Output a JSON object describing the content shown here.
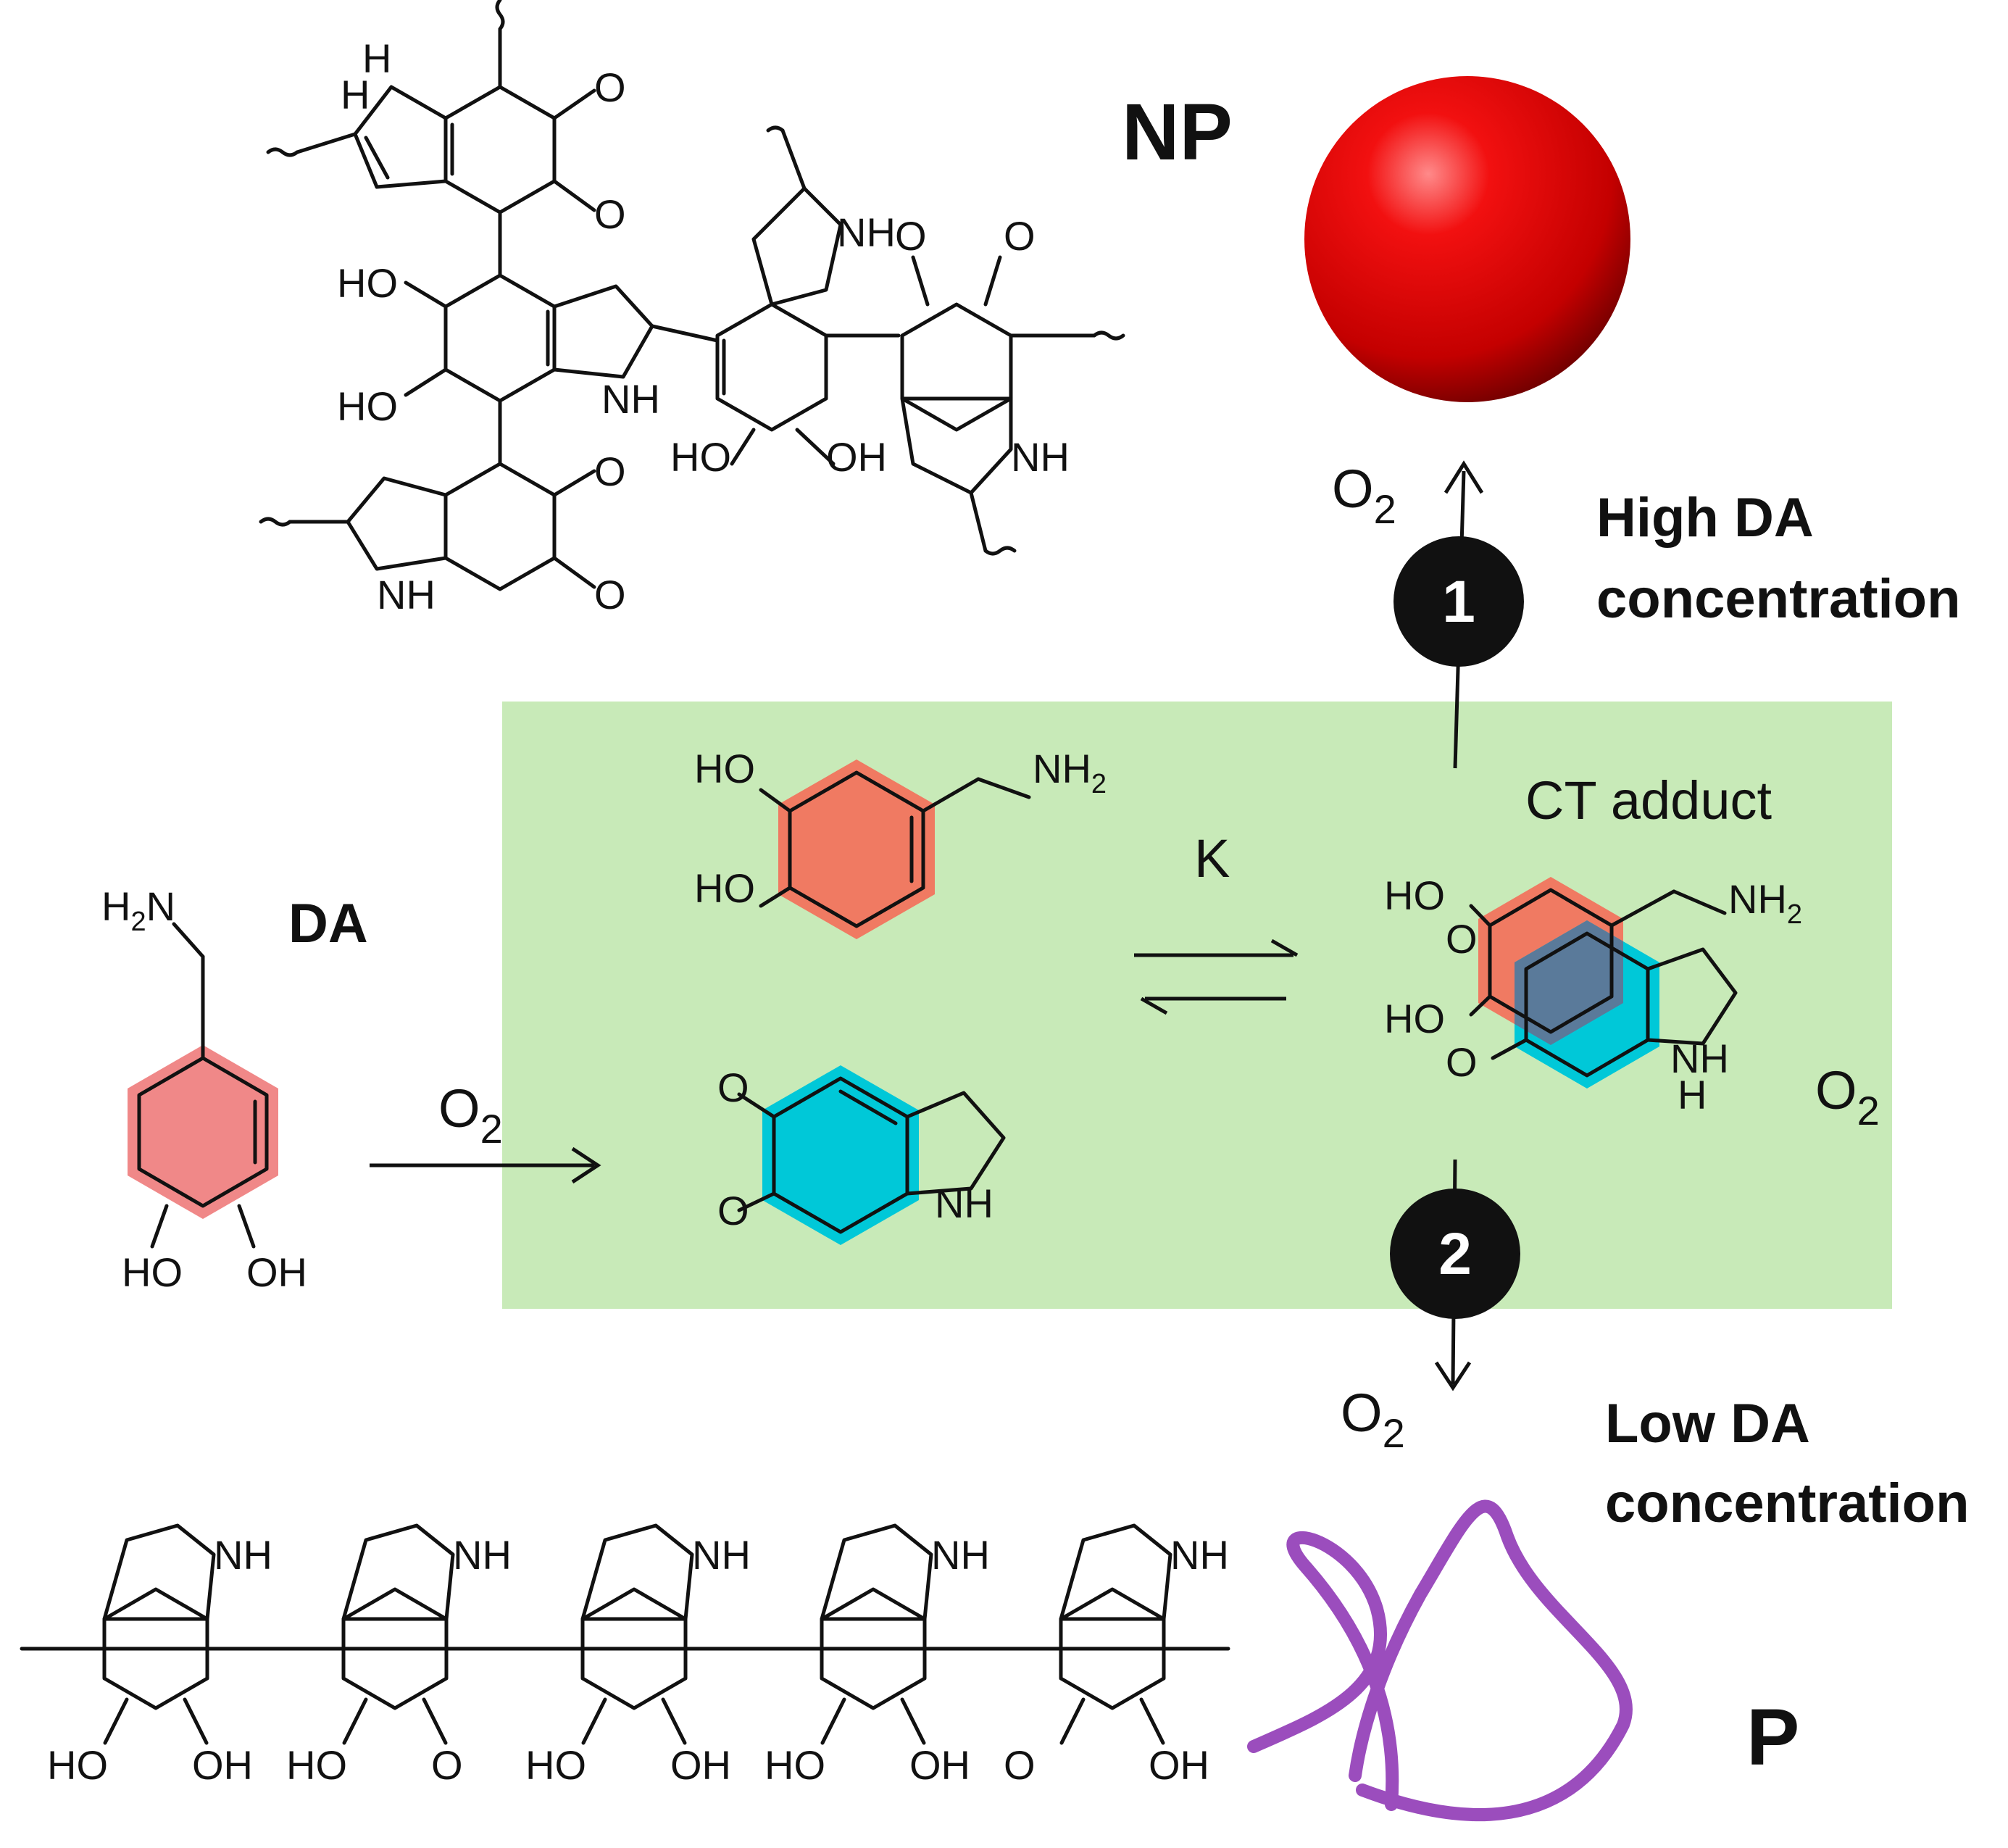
{
  "labels": {
    "np": "NP",
    "p": "P",
    "da": "DA",
    "k": "K",
    "ct_adduct": "CT adduct",
    "high_da_line1": "High DA",
    "high_da_line2": "concentration",
    "low_da_line1": "Low DA",
    "low_da_line2": "concentration",
    "step1": "1",
    "step2": "2",
    "o2_main": "O",
    "o2_sub": "2"
  },
  "groups": {
    "ho": "HO",
    "oh": "OH",
    "nh": "NH",
    "h": "H",
    "o": "O",
    "nh2": "NH",
    "nh2_sub": "2",
    "h2n": "H",
    "h2n_sub": "2",
    "h2n_n": "N"
  },
  "colors": {
    "green_box": "#c8eab8",
    "catechol_orange": "#f07a62",
    "da_pink": "#f08888",
    "indole_cyan": "#00c8d8",
    "overlap_slate": "#5a7a9a",
    "sphere_red": "#e00000",
    "polymer_purple": "#9b4dbd",
    "step_badge": "#111111"
  }
}
